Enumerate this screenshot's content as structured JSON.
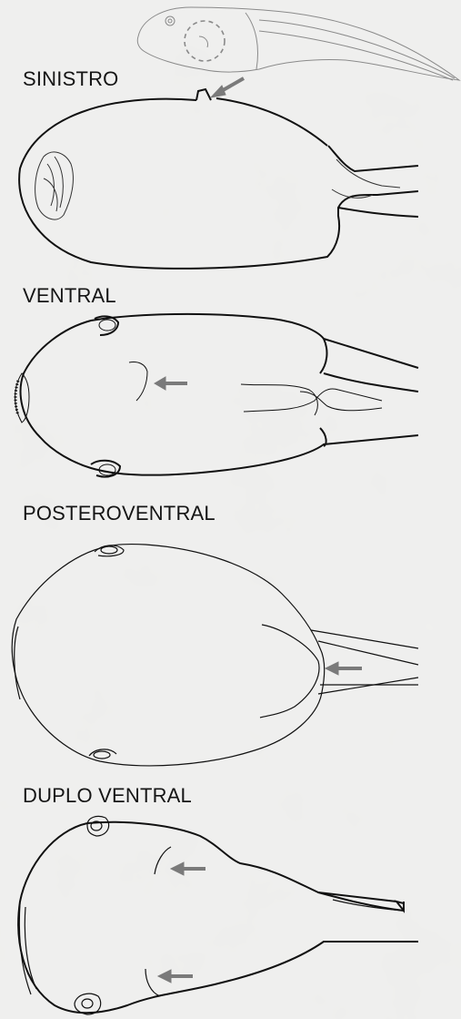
{
  "panels": [
    {
      "id": "sinistro",
      "label": "SINISTRO"
    },
    {
      "id": "ventral",
      "label": "VENTRAL"
    },
    {
      "id": "posteroventral",
      "label": "POSTEROVENTRAL"
    },
    {
      "id": "duplo",
      "label": "DUPLO VENTRAL"
    }
  ],
  "colors": {
    "background": "#ededec",
    "outline": "#111111",
    "reference_outline": "#8a8a8a",
    "arrow": "#7a7a7a"
  }
}
